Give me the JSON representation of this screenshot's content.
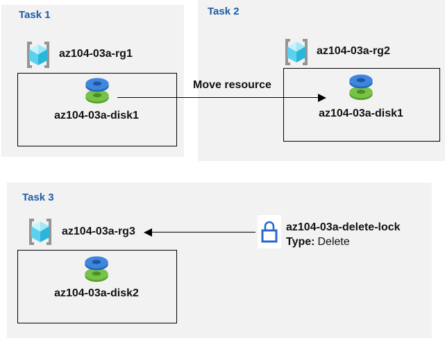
{
  "diagram": {
    "tasks": [
      {
        "title": "Task 1",
        "resource_group": "az104-03a-rg1",
        "disk": "az104-03a-disk1"
      },
      {
        "title": "Task 2",
        "resource_group": "az104-03a-rg2",
        "disk": "az104-03a-disk1"
      },
      {
        "title": "Task 3",
        "resource_group": "az104-03a-rg3",
        "disk": "az104-03a-disk2"
      }
    ],
    "move_arrow_label": "Move resource",
    "lock": {
      "name": "az104-03a-delete-lock",
      "type_label": "Type:",
      "type_value": "Delete"
    },
    "icons": {
      "resource_group": "resource-group-cube-icon",
      "disk": "managed-disk-icon",
      "lock": "lock-icon"
    },
    "colors": {
      "panel_bg": "#f2f2f2",
      "title_blue": "#1b5ca6",
      "disk_blue": "#3f86dc",
      "disk_blue_dark": "#1b57a8",
      "disk_green": "#79c24a",
      "disk_green_dark": "#4c8f26",
      "cube_top_left": "#c7f2fb",
      "cube_top_right": "#9fe7f6",
      "cube_left": "#5ad2ee",
      "cube_right": "#2cb5da",
      "bracket_gray": "#949494",
      "lock_blue": "#2569cc",
      "line_black": "#000000"
    }
  }
}
